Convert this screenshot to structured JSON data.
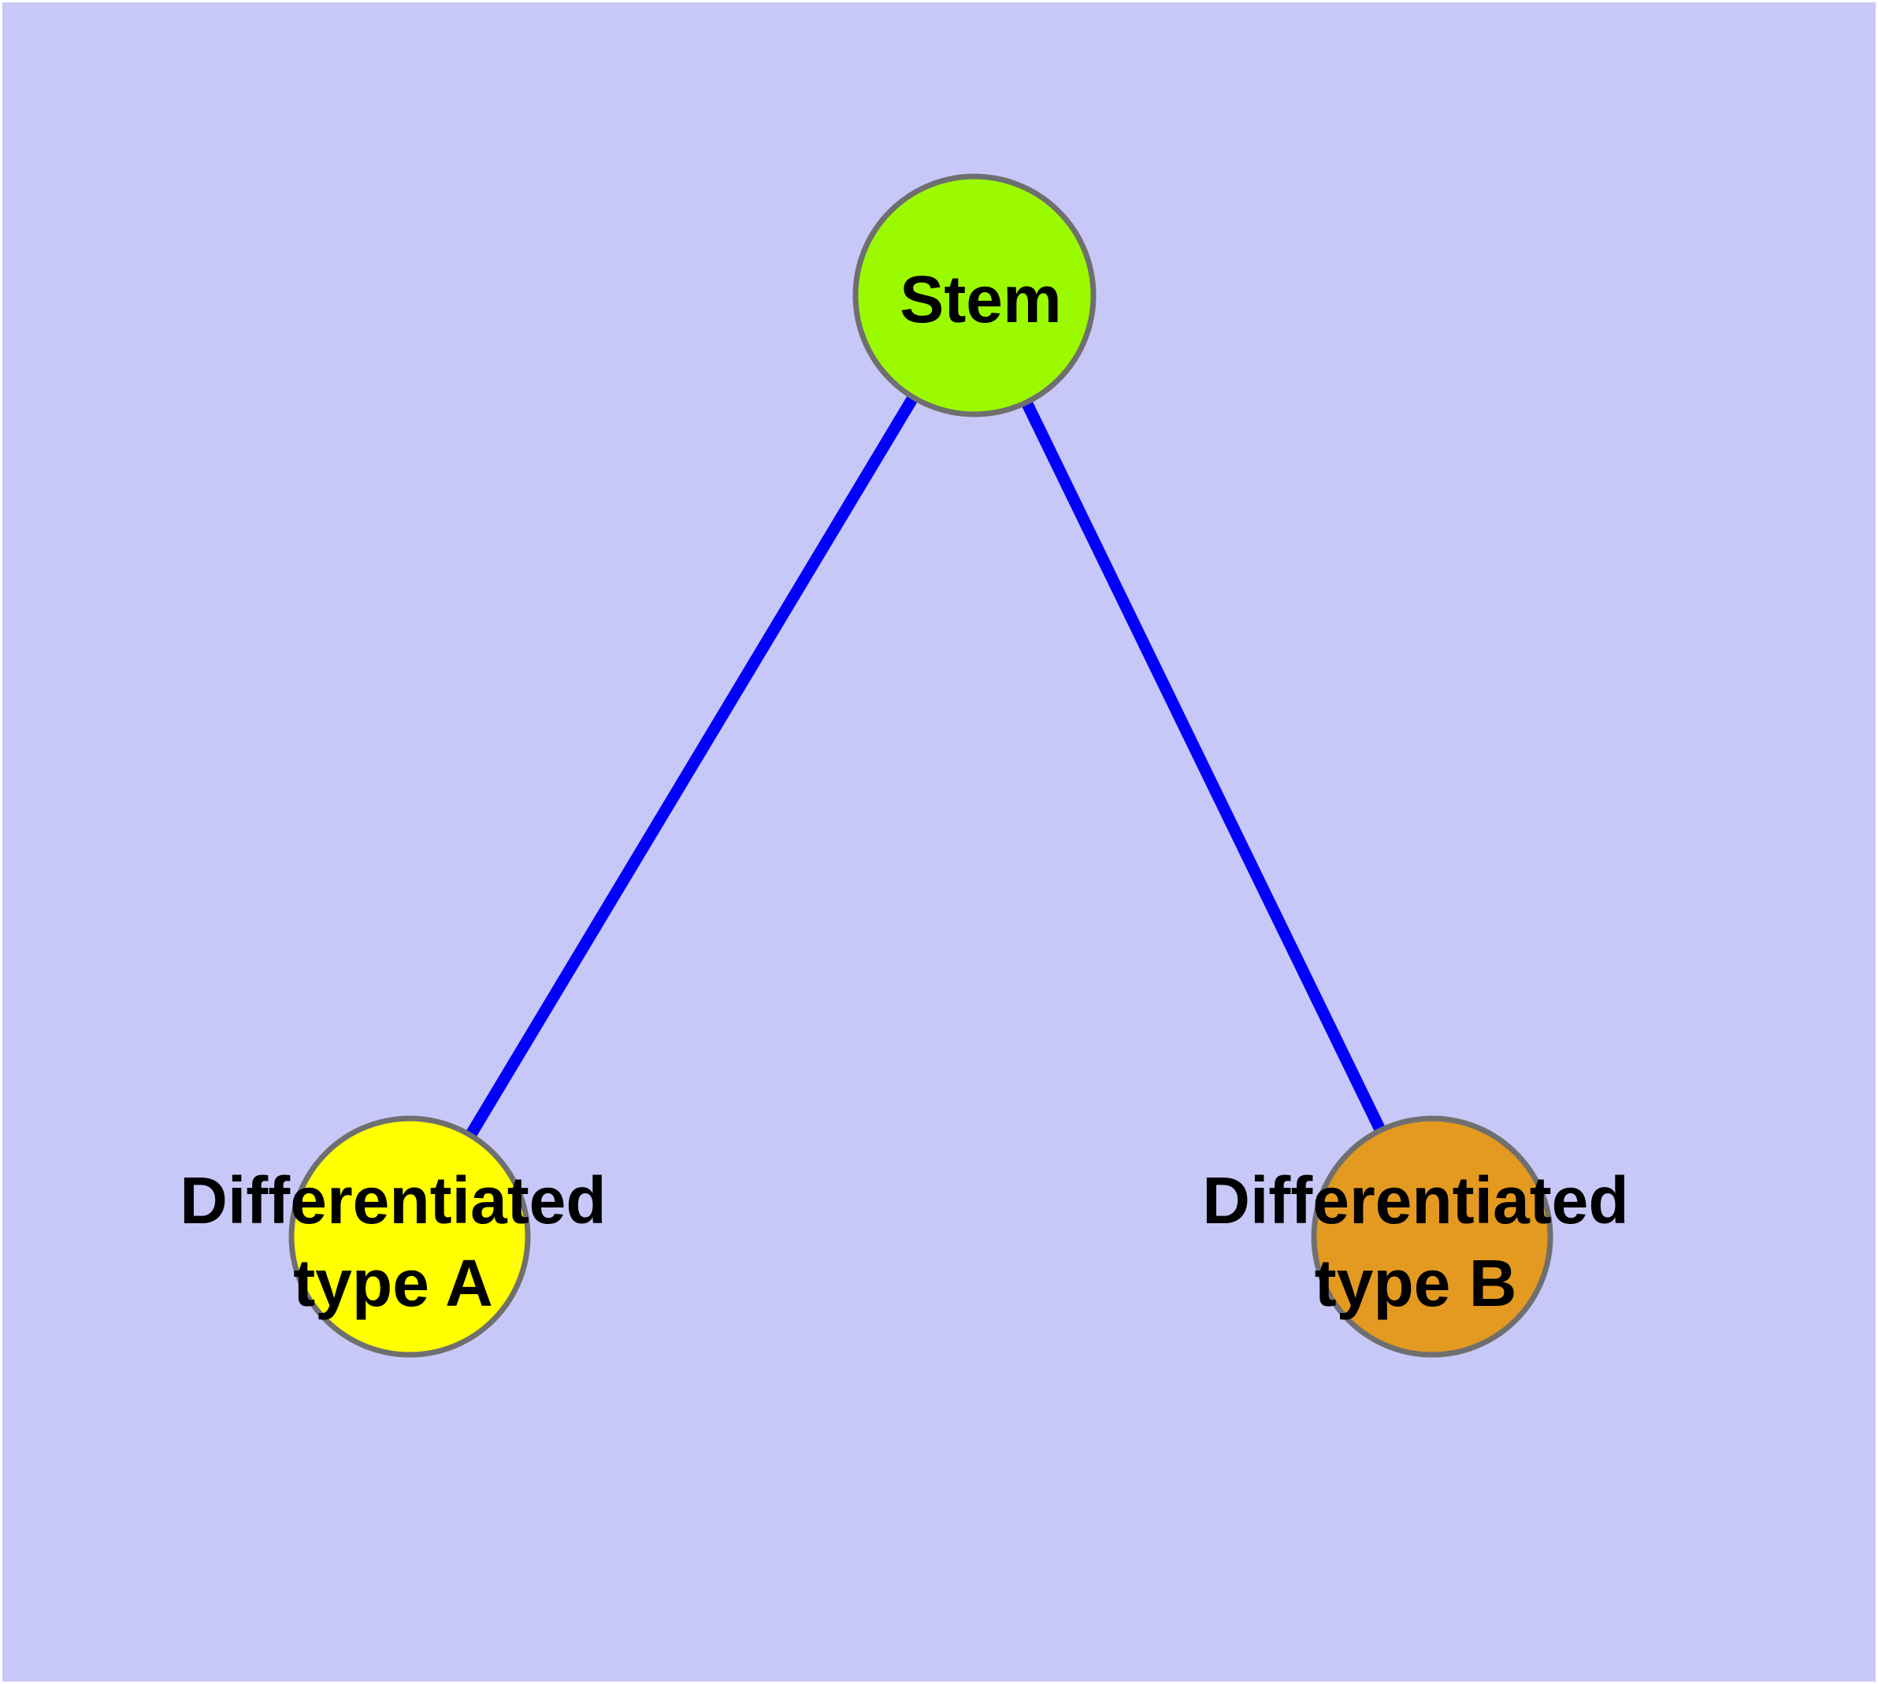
{
  "diagram": {
    "type": "node-link-graph",
    "nodes": {
      "stem": {
        "label": "Stem",
        "fill": "#9BFA00"
      },
      "type_a": {
        "label_line1": "Differentiated",
        "label_line2": "type A",
        "fill": "#FFFF00"
      },
      "type_b": {
        "label_line1": "Differentiated",
        "label_line2": "type B",
        "fill": "#E49A20"
      }
    },
    "edges": {
      "color": "#0000FB",
      "list": [
        {
          "from": "Stem",
          "to": "Differentiated type A"
        },
        {
          "from": "Stem",
          "to": "Differentiated type B"
        }
      ]
    }
  },
  "colors": {
    "background": "#C8C8F8",
    "page_margin": "#FFFFFF",
    "node_border": "#6F6F6F",
    "label_text": "#000000",
    "edge": "#0000FB"
  }
}
